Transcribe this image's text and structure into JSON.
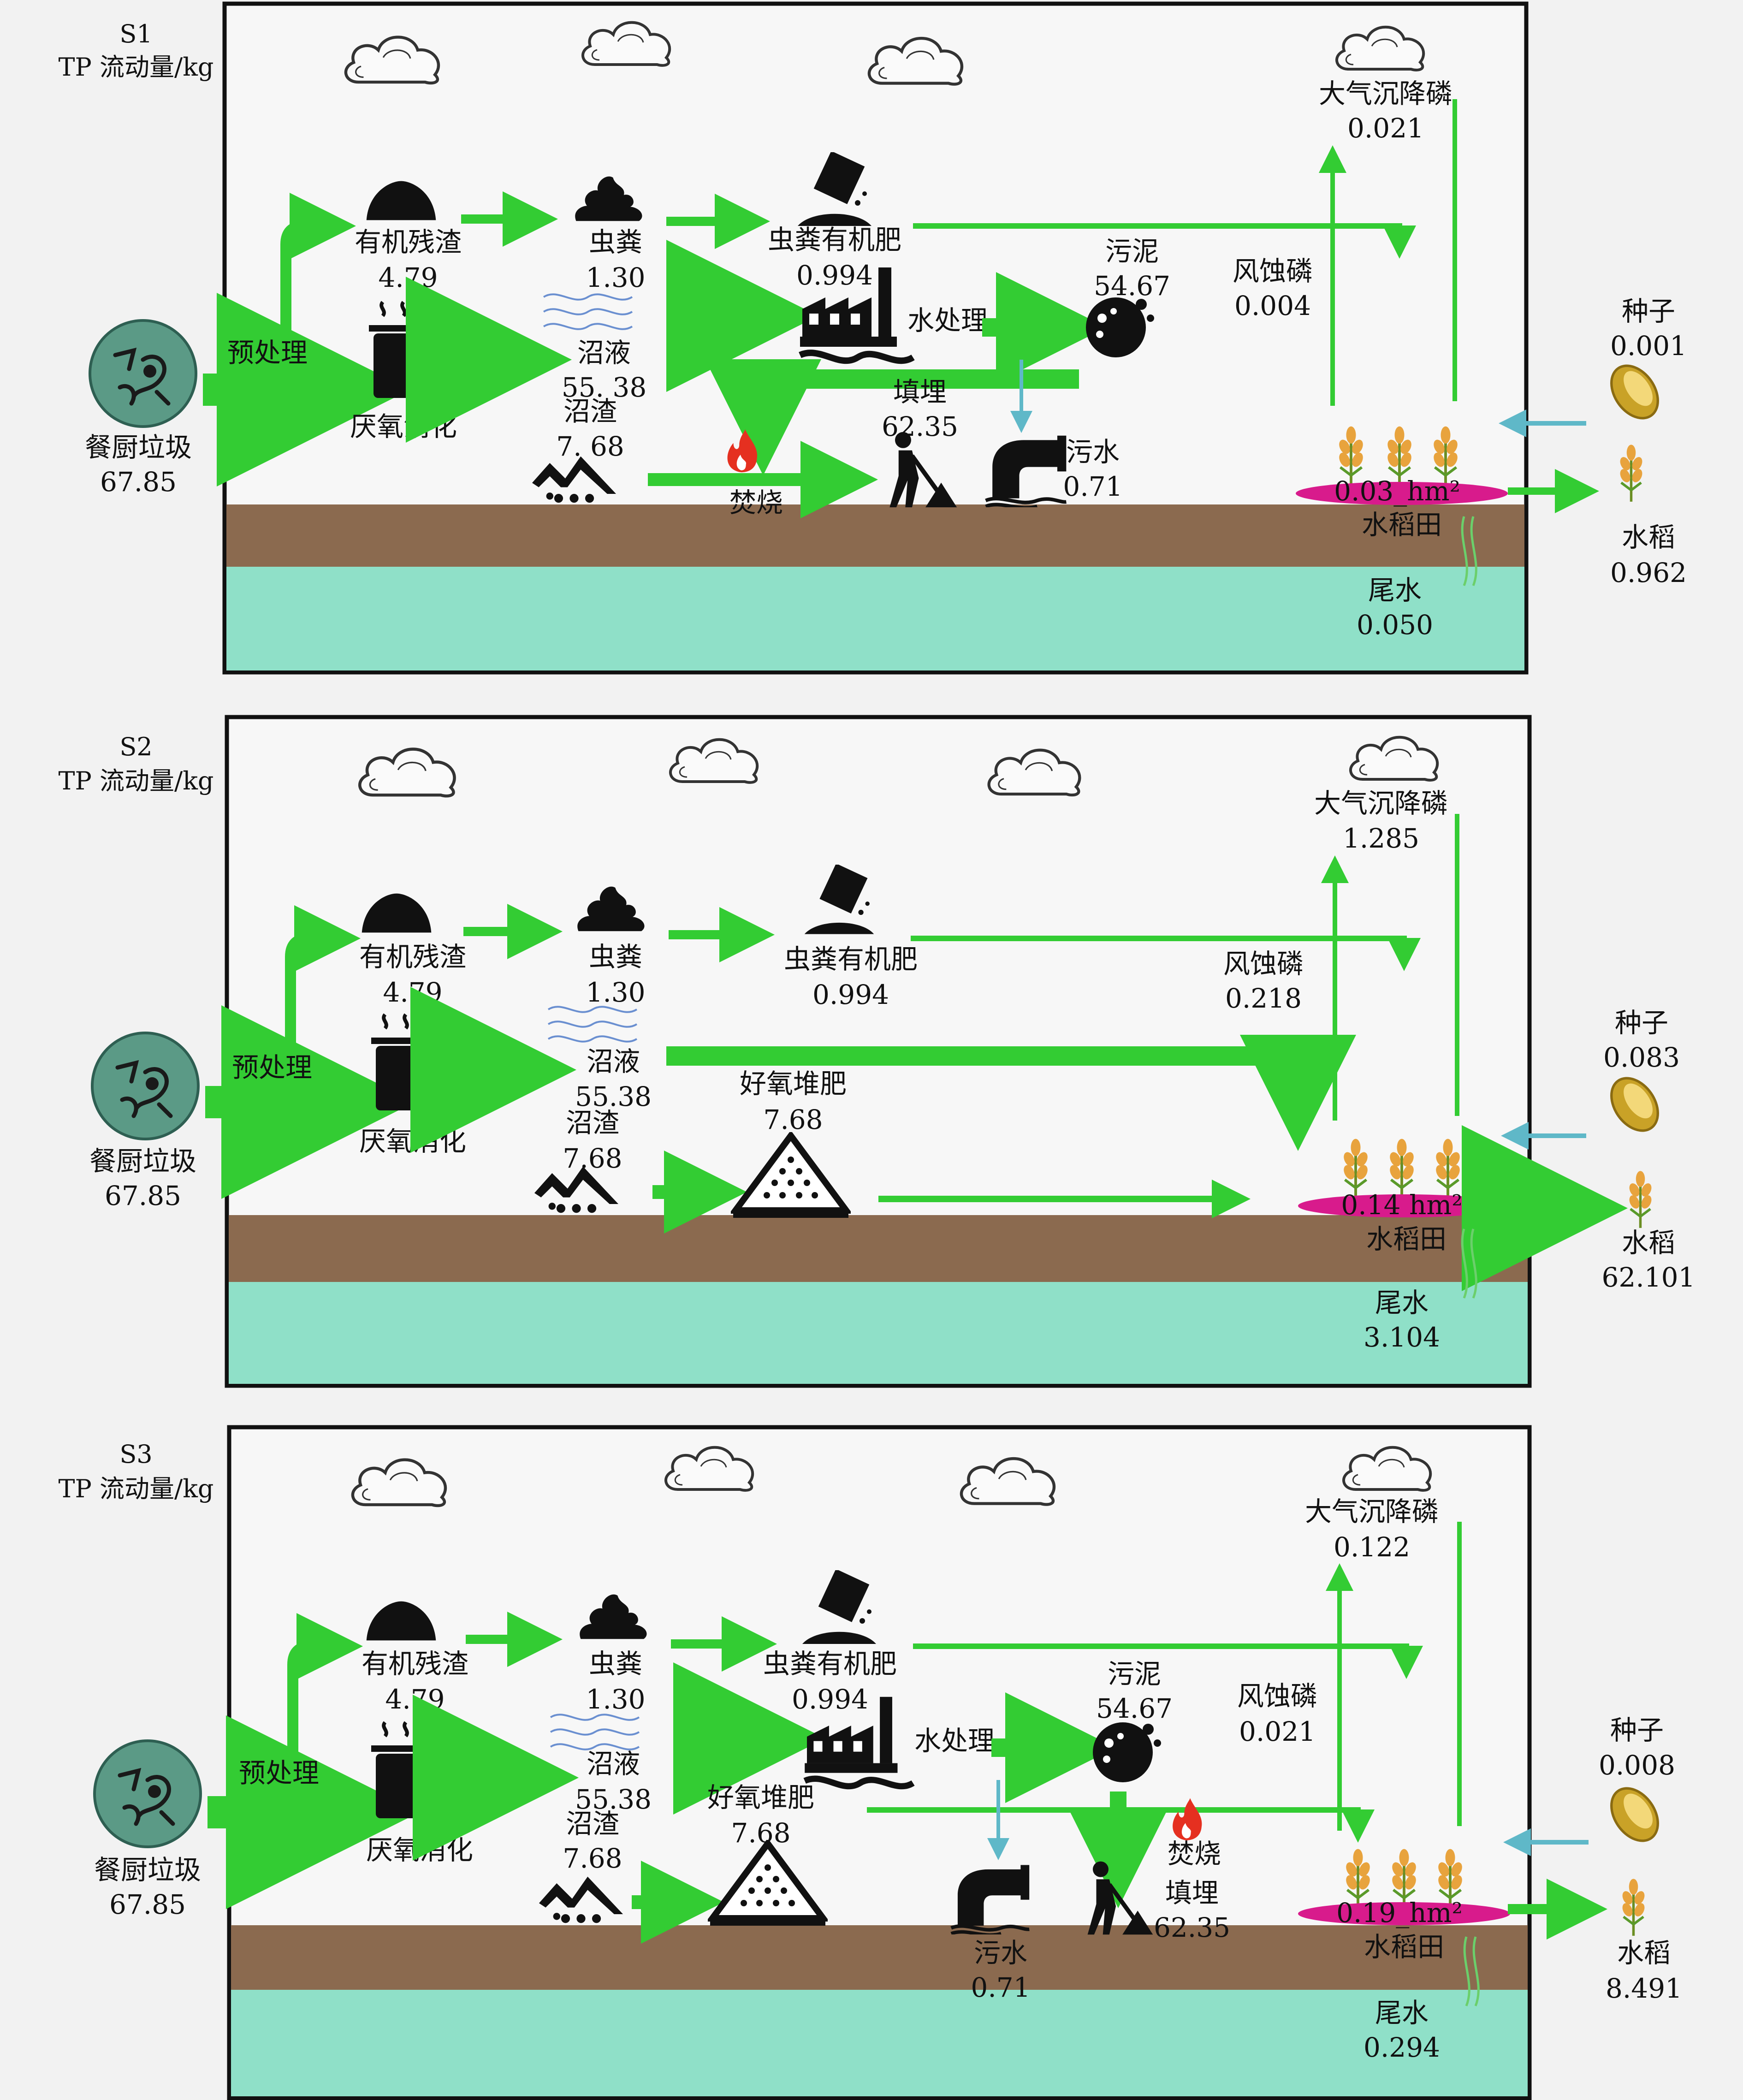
{
  "panels": [
    {
      "id": "S1",
      "header": {
        "id": "S1",
        "unit": "TP 流动量/kg"
      },
      "food_waste": {
        "label": "餐厨垃圾",
        "value": "67.85"
      },
      "pretreat": "预处理",
      "organic_residue": {
        "label": "有机残渣",
        "value": "4.79"
      },
      "anaerobic": "厌氧消化",
      "frass": {
        "label": "虫粪",
        "value": "1.30"
      },
      "biogas_liquid": {
        "label": "沼液",
        "value": "55. 38"
      },
      "biogas_residue": {
        "label": "沼渣",
        "value": "7. 68"
      },
      "frass_fertilizer": {
        "label": "虫粪有机肥",
        "value": "0.994"
      },
      "water_treat": "水处理",
      "sludge": {
        "label": "污泥",
        "value": "54.67"
      },
      "landfill": {
        "label": "填埋",
        "value": "62.35"
      },
      "incinerate": "焚烧",
      "sewage": {
        "label": "污水",
        "value": "0.71"
      },
      "atm": {
        "label": "大气沉降磷",
        "value": "0.021"
      },
      "wind": {
        "label": "风蚀磷",
        "value": "0.004"
      },
      "seed": {
        "label": "种子",
        "value": "0.001"
      },
      "paddy": {
        "area": "0.03_hm²",
        "label": "水稻田"
      },
      "rice": {
        "label": "水稻",
        "value": "0.962"
      },
      "tail": {
        "label": "尾水",
        "value": "0.050"
      }
    },
    {
      "id": "S2",
      "header": {
        "id": "S2",
        "unit": "TP 流动量/kg"
      },
      "food_waste": {
        "label": "餐厨垃圾",
        "value": "67.85"
      },
      "pretreat": "预处理",
      "organic_residue": {
        "label": "有机残渣",
        "value": "4.79"
      },
      "anaerobic": "厌氧消化",
      "frass": {
        "label": "虫粪",
        "value": "1.30"
      },
      "biogas_liquid": {
        "label": "沼液",
        "value": "55.38"
      },
      "biogas_residue": {
        "label": "沼渣",
        "value": "7.68"
      },
      "frass_fertilizer": {
        "label": "虫粪有机肥",
        "value": "0.994"
      },
      "compost": {
        "label": "好氧堆肥",
        "value": "7.68"
      },
      "atm": {
        "label": "大气沉降磷",
        "value": "1.285"
      },
      "wind": {
        "label": "风蚀磷",
        "value": "0.218"
      },
      "seed": {
        "label": "种子",
        "value": "0.083"
      },
      "paddy": {
        "area": "0.14 hm²",
        "label": "水稻田"
      },
      "rice": {
        "label": "水稻",
        "value": "62.101"
      },
      "tail": {
        "label": "尾水",
        "value": "3.104"
      }
    },
    {
      "id": "S3",
      "header": {
        "id": "S3",
        "unit": "TP 流动量/kg"
      },
      "food_waste": {
        "label": "餐厨垃圾",
        "value": "67.85"
      },
      "pretreat": "预处理",
      "organic_residue": {
        "label": "有机残渣",
        "value": "4.79"
      },
      "anaerobic": "厌氧消化",
      "frass": {
        "label": "虫粪",
        "value": "1.30"
      },
      "biogas_liquid": {
        "label": "沼液",
        "value": "55.38"
      },
      "biogas_residue": {
        "label": "沼渣",
        "value": "7.68"
      },
      "frass_fertilizer": {
        "label": "虫粪有机肥",
        "value": "0.994"
      },
      "compost": {
        "label": "好氧堆肥",
        "value": "7.68"
      },
      "water_treat": "水处理",
      "sludge": {
        "label": "污泥",
        "value": "54.67"
      },
      "incinerate": "焚烧",
      "landfill": {
        "label": "填埋",
        "value": "62.35"
      },
      "sewage": {
        "label": "污水",
        "value": "0.71"
      },
      "atm": {
        "label": "大气沉降磷",
        "value": "0.122"
      },
      "wind": {
        "label": "风蚀磷",
        "value": "0.021"
      },
      "seed": {
        "label": "种子",
        "value": "0.008"
      },
      "paddy": {
        "area": "0.19_hm²",
        "label": "水稻田"
      },
      "rice": {
        "label": "水稻",
        "value": "8.491"
      },
      "tail": {
        "label": "尾水",
        "value": "0.294"
      }
    }
  ],
  "colors": {
    "arrow": "#33cc33",
    "soil": "#8b6a4f",
    "water": "#8fe0c8",
    "paddy": "#d81b8c",
    "frame": "#111111"
  }
}
